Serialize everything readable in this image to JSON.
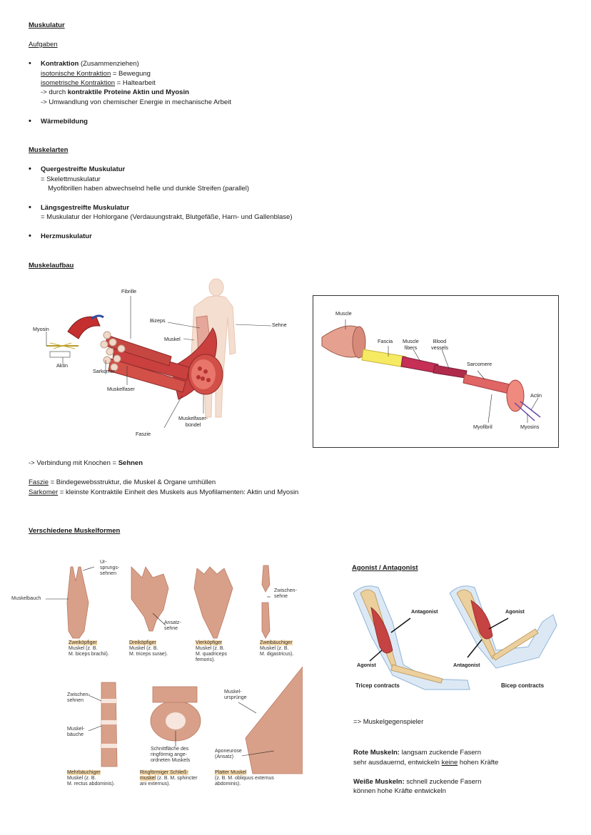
{
  "section1": {
    "title": "Muskulatur",
    "subtitle": "Aufgaben",
    "kontraktion": {
      "label": "Kontraktion",
      "suffix": " (Zusammenziehen)",
      "iso1_term": "isotonische Kontraktion",
      "iso1_rest": " = Bewegung",
      "iso2_term": "isometrische Kontraktion",
      "iso2_rest": " = Haltearbeit",
      "durch_prefix": "-> durch ",
      "durch_bold": "kontraktile Proteine Aktin und Myosin",
      "umwandlung": "-> Umwandlung von chemischer Energie in mechanische Arbeit"
    },
    "waerme": "Wärmebildung"
  },
  "section2": {
    "title": "Muskelarten",
    "quer_label": "Quergestreifte Muskulatur",
    "quer_l1": "= Skelettmuskulatur",
    "quer_l2": "Myofibrillen haben abwechselnd helle und dunkle Streifen (parallel)",
    "laengs_label": "Längsgestreifte Muskulatur",
    "laengs_l1": "= Muskulatur der Hohlorgane (Verdauungstrakt, Blutgefäße, Harn- und Gallenblase)",
    "herz_label": "Herzmuskulatur"
  },
  "section3": {
    "title": "Muskelaufbau",
    "fig1": {
      "fibrille": "Fibrille",
      "bizeps": "Bizeps",
      "sehne": "Sehne",
      "myosin": "Myosin",
      "muskel": "Muskel",
      "aktin": "Aktin",
      "sarkomer": "Sarkomer",
      "muskelfaser": "Muskelfaser",
      "muskelfaserbuendel_1": "Muskelfaser-",
      "muskelfaserbuendel_2": "bündel",
      "faszie": "Faszie"
    },
    "fig2": {
      "muscle": "Muscle",
      "fascia": "Fascia",
      "muscle_fibers_1": "Muscle",
      "muscle_fibers_2": "fibers",
      "blood_vessels_1": "Blood",
      "blood_vessels_2": "vessels",
      "sarcomere": "Sarcomere",
      "actin": "Actin",
      "myofibril": "Myofibril",
      "myosins": "Myosins"
    },
    "verbindung_prefix": "-> Verbindung mit Knochen = ",
    "verbindung_bold": "Sehnen",
    "faszie_term": "Faszie",
    "faszie_rest": " = Bindegewebsstruktur, die Muskel & Organe umhüllen",
    "sarkomer_term": "Sarkomer",
    "sarkomer_rest": " = kleinste Kontraktile Einheit des Muskels aus Myofilamenten: Aktin und Myosin"
  },
  "section4": {
    "title": "Verschiedene Muskelformen",
    "muskelbauch": "Muskelbauch",
    "ursprungs_1": "Ur-",
    "ursprungs_2": "sprungs-",
    "ursprungs_3": "sehnen",
    "ansatz_1": "Ansatz-",
    "ansatz_2": "sehne",
    "zwischen_1": "Zwischen-",
    "zwischen_2": "sehne",
    "zweikoepfiger": "Zweiköpfiger",
    "zweikoepfiger_2": "Muskel (z. B.",
    "zweikoepfiger_3": "M. biceps brachii).",
    "dreikoepfiger": "Dreiköpfiger",
    "dreikoepfiger_2": "Muskel (z. B.",
    "dreikoepfiger_3": "M. triceps surae).",
    "vierkoepfiger": "Vierköpfiger",
    "vierkoepfiger_2": "Muskel (z. B.",
    "vierkoepfiger_3": "M. quadriceps",
    "vierkoepfiger_4": "femoris).",
    "zweibaeuchiger": "Zweibäuchiger",
    "zweibaeuchiger_2": "Muskel (z. B.",
    "zweibaeuchiger_3": "M. digastricus).",
    "zwischensehnen_1": "Zwischen-",
    "zwischensehnen_2": "sehnen",
    "muskelbaeuche_1": "Muskel-",
    "muskelbaeuche_2": "bäuche",
    "schnitt_1": "Schnittfläche des",
    "schnitt_2": "ringförmig ange-",
    "schnitt_3": "ordneten Muskels",
    "muskelursp_1": "Muskel-",
    "muskelursp_2": "ursprünge",
    "aponeurose_1": "Aponeurose",
    "aponeurose_2": "(Ansatz)",
    "mehrbaeuchiger": "Mehrbäuchiger",
    "mehrbaeuchiger_2": "Muskel (z. B.",
    "mehrbaeuchiger_3": "M. rectus abdominis).",
    "ringfoermig": "Ringförmiger Schließ-",
    "ringfoermig_2": "muskel",
    "ringfoermig_3": " (z. B. M. sphincter",
    "ringfoermig_4": "ani externus).",
    "platter": "Platter Muskel",
    "platter_2": "(z. B. M. obliquus externus",
    "platter_3": "abdominis)."
  },
  "section5": {
    "title": "Agonist / Antagonist",
    "antagonist_l": "Antagonist",
    "agonist_l": "Agonist",
    "tricep": "Tricep contracts",
    "agonist_r": "Agonist",
    "antagonist_r": "Antagonist",
    "bicep": "Bicep contracts",
    "gegenspieler": "=> Muskelgegenspieler",
    "rote_label": "Rote Muskeln:",
    "rote_rest": " langsam zuckende Fasern",
    "rote_l2_a": "sehr ausdauernd, entwickeln ",
    "rote_l2_keine": "keine",
    "rote_l2_b": " hohen Kräfte",
    "weisse_label": "Weiße Muskeln:",
    "weisse_rest": " schnell zuckende Fasern",
    "weisse_l2": "können hohe Kräfte entwickeln"
  }
}
